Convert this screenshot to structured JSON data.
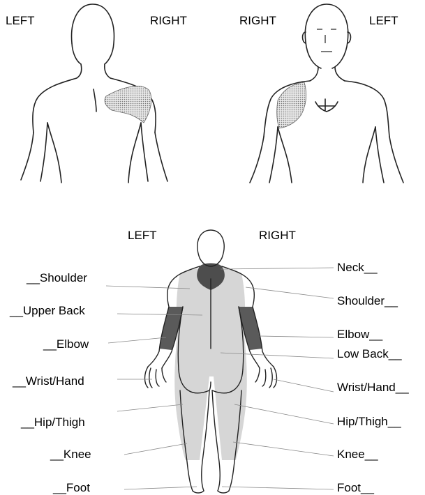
{
  "top_left_figure": {
    "left": "LEFT",
    "right": "RIGHT"
  },
  "top_right_figure": {
    "left": "LEFT",
    "right": "RIGHT"
  },
  "body_chart": {
    "side_left": "LEFT",
    "side_right": "RIGHT",
    "left_labels": [
      "__Shoulder",
      "__Upper Back",
      "__Elbow",
      "__Wrist/Hand",
      "__Hip/Thigh",
      "__Knee",
      "__Foot"
    ],
    "right_labels": [
      "Neck__",
      "Shoulder__",
      "Elbow__",
      "Low Back__",
      "Wrist/Hand__",
      "Hip/Thigh__",
      "Knee__",
      "Foot__"
    ]
  },
  "colors": {
    "line": "#222222",
    "shade_light": "#cfcfcf",
    "shade_dark": "#555555",
    "leader": "#888888"
  }
}
